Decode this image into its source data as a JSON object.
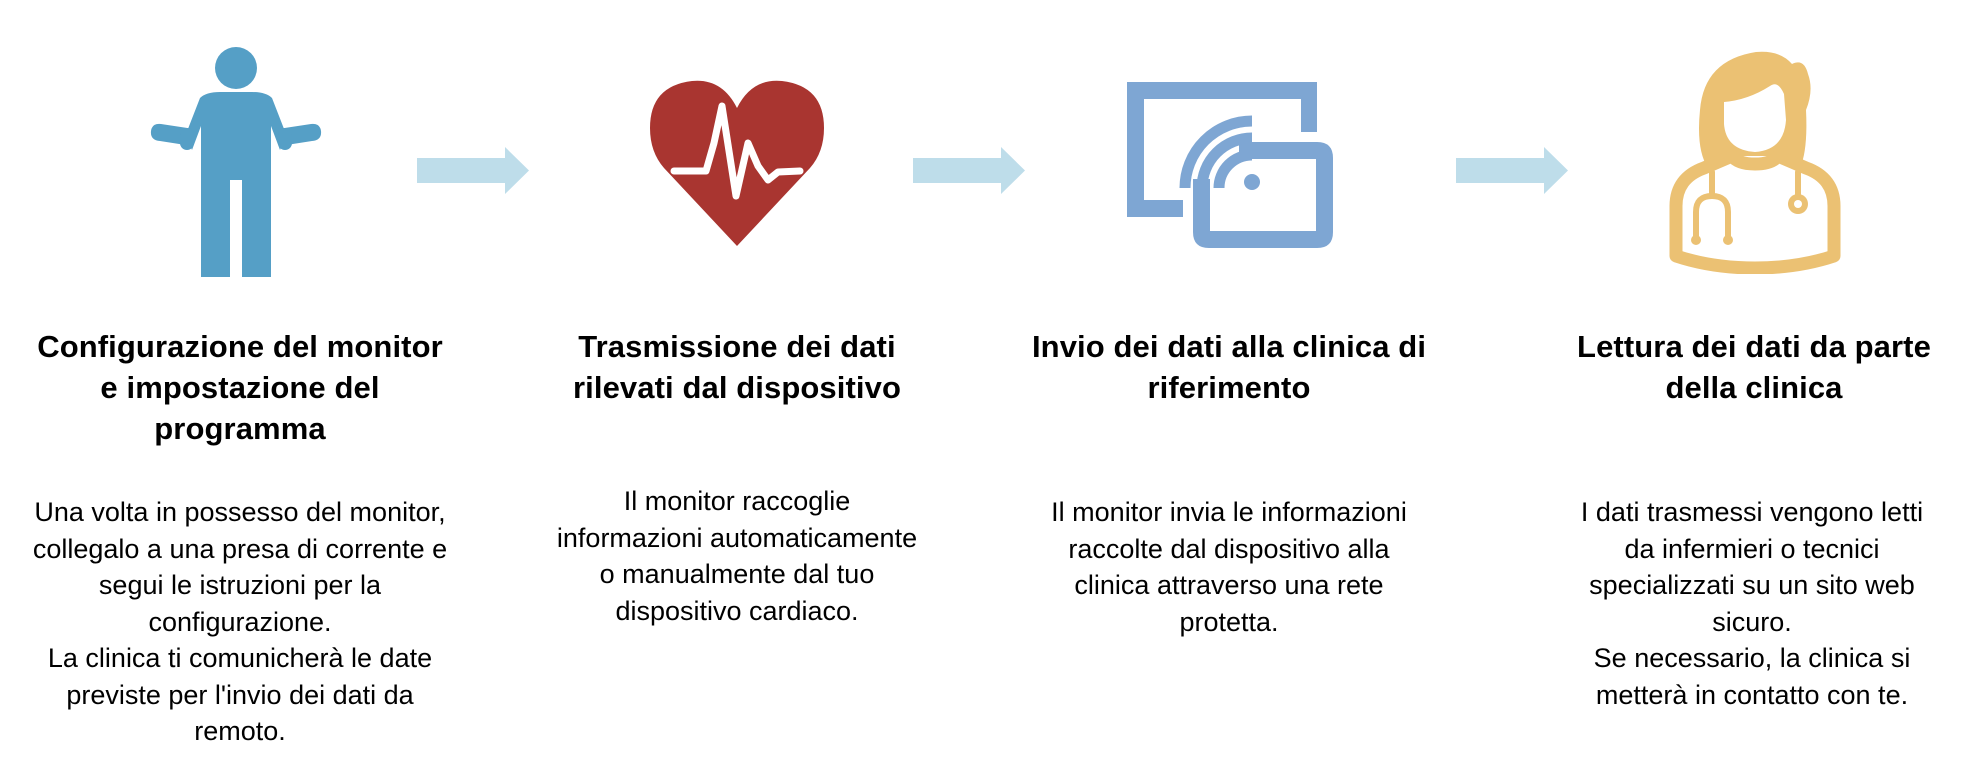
{
  "colors": {
    "person": "#559FC6",
    "heart": "#A93530",
    "device": "#7EA6D3",
    "doctor": "#EBC173",
    "arrow": "#BEDDEA",
    "text": "#000000"
  },
  "flow": {
    "arrows": [
      {
        "icon": "arrow-right-icon"
      },
      {
        "icon": "arrow-right-icon"
      },
      {
        "icon": "arrow-right-icon"
      }
    ],
    "steps": [
      {
        "icon": "person-shrug-icon",
        "title_lines": [
          "Configurazione del monitor",
          "e impostazione del",
          "programma"
        ],
        "body_lines": [
          "Una volta in possesso del monitor,",
          "collegalo a una presa di corrente e",
          "segui le istruzioni per la",
          "configurazione.",
          "La clinica ti comunicherà le date",
          "previste per l'invio dei dati da",
          "remoto."
        ]
      },
      {
        "icon": "heart-pulse-icon",
        "title_lines": [
          "Trasmissione dei dati",
          "rilevati dal dispositivo"
        ],
        "body_lines": [
          "Il monitor raccoglie",
          "informazioni automaticamente",
          "o manualmente dal tuo",
          "dispositivo cardiaco."
        ]
      },
      {
        "icon": "wireless-device-icon",
        "title_lines": [
          "Invio dei dati alla clinica di",
          "riferimento"
        ],
        "body_lines": [
          "Il monitor invia le informazioni",
          "raccolte dal dispositivo alla",
          "clinica attraverso una rete",
          "protetta."
        ]
      },
      {
        "icon": "doctor-stethoscope-icon",
        "title_lines": [
          "Lettura dei dati da parte",
          "della clinica"
        ],
        "body_lines": [
          "I dati trasmessi vengono letti",
          "da infermieri o tecnici",
          "specializzati su un sito web",
          "sicuro.",
          "Se necessario, la clinica si",
          "metterà in contatto con te."
        ]
      }
    ]
  }
}
